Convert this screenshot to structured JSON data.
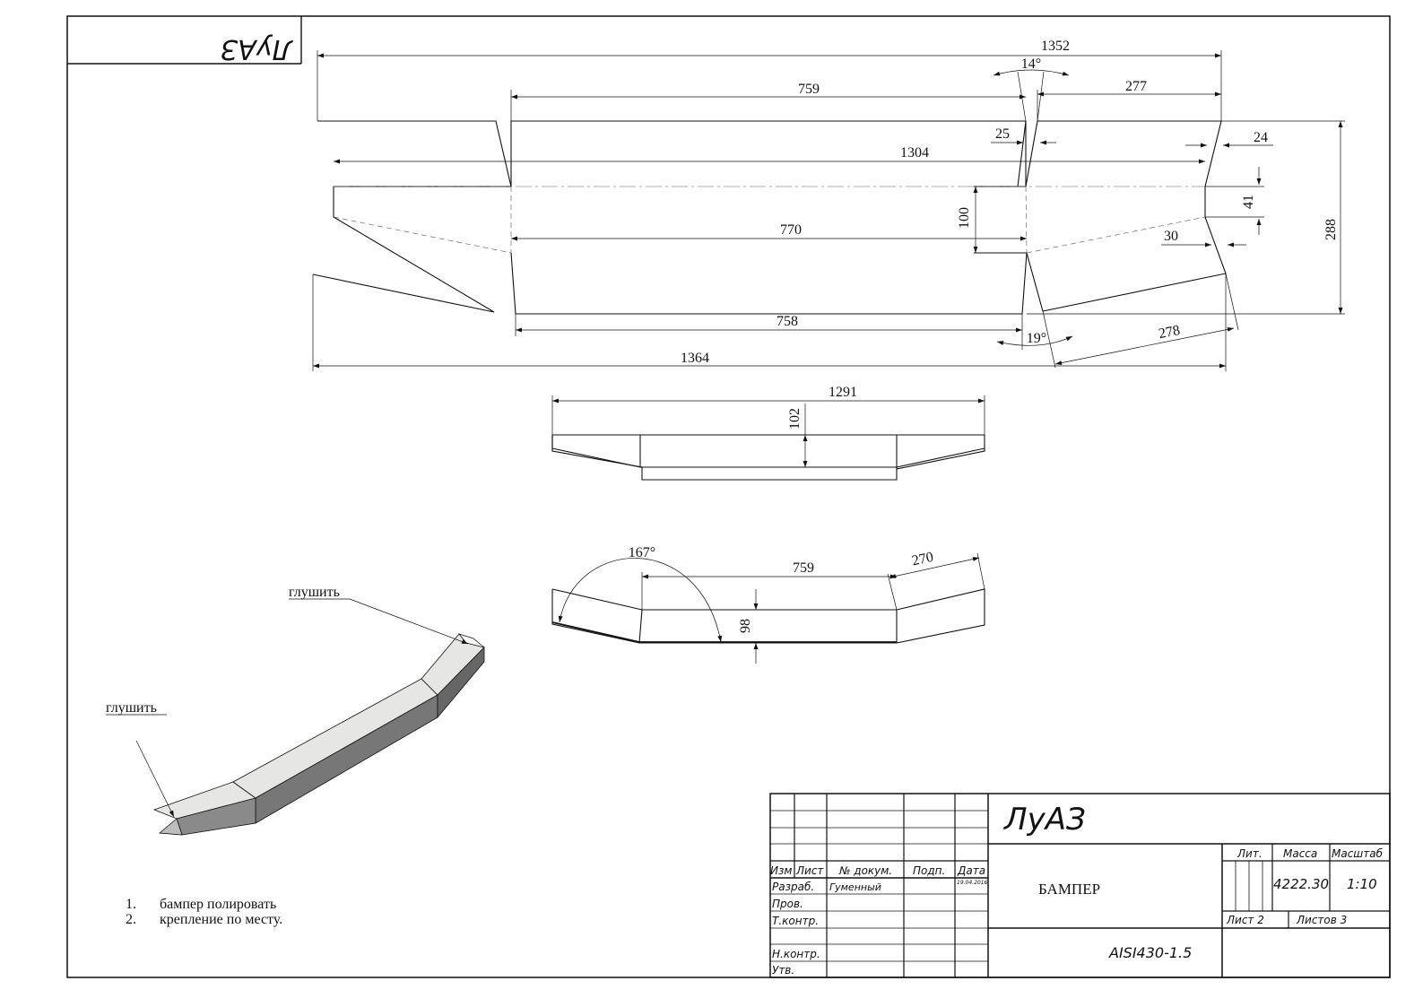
{
  "corner_stamp": "ЛуАЗ",
  "dimensions": {
    "top_overall": "1352",
    "bend_angle_top": "14°",
    "top_left_segment": "759",
    "top_right_segment": "277",
    "notch_top": "25",
    "right_notch": "24",
    "centre_length": "1304",
    "centre_height": "100",
    "right_height": "41",
    "middle_length": "770",
    "right_offset": "30",
    "overall_height": "288",
    "bottom_segment": "758",
    "bend_angle_bottom": "19°",
    "bottom_right_segment": "278",
    "bottom_overall": "1364",
    "view2_length": "1291",
    "view2_height": "102",
    "view3_angle": "167°",
    "view3_center": "759",
    "view3_end": "270",
    "view3_height": "98"
  },
  "callouts": [
    "глушить",
    "глушить"
  ],
  "notes": [
    {
      "num": "1.",
      "text": "бампер полировать"
    },
    {
      "num": "2.",
      "text": "крепление по месту."
    }
  ],
  "title_block": {
    "org": "ЛуАЗ",
    "title": "БАМПЕР",
    "material": "AISI430-1.5",
    "headers": {
      "izm": "Изм",
      "list": "Лист",
      "doc": "№ докум.",
      "sign": "Подп.",
      "date": "Дата"
    },
    "roles": [
      "Разраб.",
      "Пров.",
      "Т.контр.",
      "Н.контр.",
      "Утв."
    ],
    "developer": "Гуменный",
    "date": "19.04.2016",
    "lit_label": "Лит.",
    "mass_label": "Масса",
    "scale_label": "Масштаб",
    "mass": "4222.30",
    "scale": "1:10",
    "sheet": "Лист 2",
    "sheets_total": "Листов 3"
  }
}
